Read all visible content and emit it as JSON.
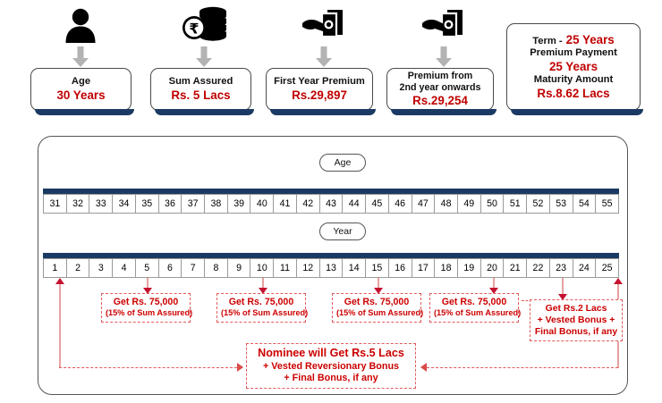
{
  "top_cards": [
    {
      "icon": "person-icon",
      "label": "Age",
      "value": "30 Years"
    },
    {
      "icon": "rupee-coins-icon",
      "label": "Sum Assured",
      "value": "Rs. 5 Lacs"
    },
    {
      "icon": "hand-cash-icon",
      "label": "First Year Premium",
      "value": "Rs.29,897"
    },
    {
      "icon": "hand-cash-icon",
      "label_line1": "Premium from",
      "label_line2": "2nd year onwards",
      "value": "Rs.29,254"
    }
  ],
  "summary_card": {
    "term_label": "Term  -",
    "term_value": "25 Years",
    "premium_payment_label": "Premium Payment",
    "premium_payment_value": "25 Years",
    "maturity_label": "Maturity Amount",
    "maturity_value": "Rs.8.62 Lacs"
  },
  "age_axis": {
    "pill_label": "Age",
    "values": [
      "31",
      "32",
      "33",
      "34",
      "35",
      "36",
      "37",
      "38",
      "39",
      "40",
      "41",
      "42",
      "43",
      "44",
      "45",
      "46",
      "47",
      "48",
      "49",
      "50",
      "51",
      "52",
      "53",
      "54",
      "55"
    ]
  },
  "year_axis": {
    "pill_label": "Year",
    "values": [
      "1",
      "2",
      "3",
      "4",
      "5",
      "6",
      "7",
      "8",
      "9",
      "10",
      "11",
      "12",
      "13",
      "14",
      "15",
      "16",
      "17",
      "18",
      "19",
      "20",
      "21",
      "22",
      "23",
      "24",
      "25"
    ]
  },
  "survival_benefits": [
    {
      "at_year": 5,
      "main": "Get Rs. 75,000",
      "sub": "(15% of Sum Assured)"
    },
    {
      "at_year": 10,
      "main": "Get Rs. 75,000",
      "sub": "(15% of Sum Assured)"
    },
    {
      "at_year": 15,
      "main": "Get Rs. 75,000",
      "sub": "(15% of Sum Assured)"
    },
    {
      "at_year": 20,
      "main": "Get Rs. 75,000",
      "sub": "(15% of Sum Assured)"
    }
  ],
  "maturity_benefit": {
    "at_year": 23,
    "line1": "Get Rs.2 Lacs",
    "line2": "+ Vested Bonus +",
    "line3": "Final Bonus, if any"
  },
  "death_benefit": {
    "line1": "Nominee will Get Rs.5 Lacs",
    "line2": "+ Vested Reversionary Bonus",
    "line3": "+ Final Bonus, if any"
  },
  "colors": {
    "accent_red": "#cc0000",
    "dash_red": "#e05a5a",
    "arrow_red": "#c41230",
    "navy": "#1b3a63",
    "grey_arrow": "#b3b3b3",
    "border_grey": "#555555"
  }
}
